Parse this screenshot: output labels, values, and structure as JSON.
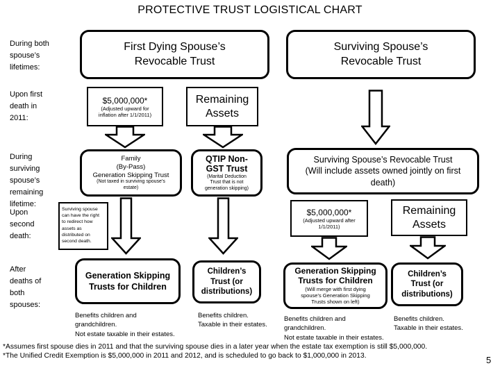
{
  "title": "PROTECTIVE TRUST LOGISTICAL CHART",
  "page_number": "5",
  "colors": {
    "ink": "#000000",
    "paper": "#ffffff"
  },
  "row_labels": {
    "both_lifetimes": "During both\nspouse’s\nlifetimes:",
    "first_death": "Upon first\ndeath in\n2011:",
    "surviving_lifetime": "During\nsurviving\nspouse’s\nremaining\nlifetime:",
    "second_death": "Upon\nsecond\ndeath:",
    "after_deaths": "After\ndeaths of\nboth\nspouses:"
  },
  "nodes": {
    "first_dying_trust": {
      "title": "First Dying Spouse’s\nRevocable Trust"
    },
    "surviving_trust": {
      "title": "Surviving Spouse’s\nRevocable Trust"
    },
    "exemption_first": {
      "title": "$5,000,000*",
      "note": "(Adjusted upward for\ninflation after 1/1/2011)"
    },
    "remaining_first": {
      "title": "Remaining\nAssets"
    },
    "family_gst_trust": {
      "title": "Family\n(By-Pass)\nGeneration Skipping Trust",
      "note": "(Not taxed in surviving spouse’s\nestate)"
    },
    "qtip_trust": {
      "title": "QTIP Non-\nGST Trust",
      "note": "(Marital Deduction\nTrust that is not\ngeneration skipping)"
    },
    "surviving_trust_after": {
      "title": "Surviving Spouse’s Revocable Trust\n(Will include assets owned jointly on first\ndeath)"
    },
    "redirect_note": {
      "text": "Surviving spouse\ncan have the right\nto redirect how\nassets as\ndistributed on\nsecond death."
    },
    "exemption_second": {
      "title": "$5,000,000*",
      "note": "(Adjusted upward after\n1/1/2011)"
    },
    "remaining_second": {
      "title": "Remaining\nAssets"
    },
    "gst_children_left": {
      "title": "Generation Skipping\nTrusts for Children"
    },
    "childrens_trust_left": {
      "title": "Children’s\nTrust (or\ndistributions)"
    },
    "gst_children_right": {
      "title": "Generation Skipping\nTrusts for Children",
      "note": "(Will merge with first dying\nspouse’s Generation Skipping\nTrusts shown on left)"
    },
    "childrens_trust_right": {
      "title": "Children’s\nTrust (or\ndistributions)"
    }
  },
  "captions": {
    "gst_left": "Benefits children and\ngrandchildren.\nNot estate taxable in their estates.",
    "children_left": "Benefits children.\nTaxable in their estates.",
    "gst_right": "Benefits children and\ngrandchildren.\nNot estate taxable in their estates.",
    "children_right": "Benefits children.\nTaxable in their estates."
  },
  "footnotes": {
    "line1": "*Assumes first spouse dies in 2011 and that the surviving spouse dies in a later year when the estate tax exemption is still $5,000,000.",
    "line2": "*The Unified Credit Exemption is $5,000,000 in 2011 and 2012, and is scheduled to go back to $1,000,000 in 2013."
  }
}
